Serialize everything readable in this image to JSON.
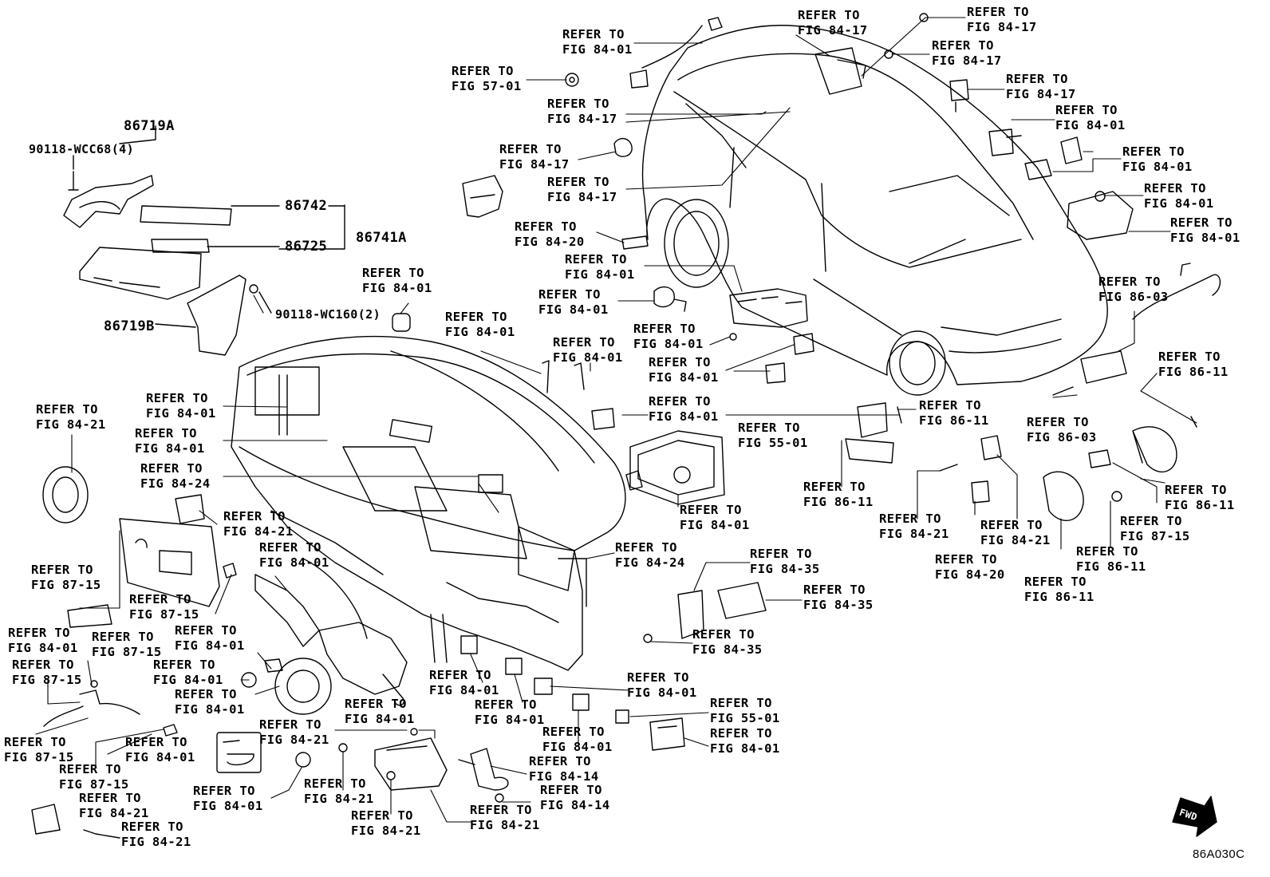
{
  "labels": {
    "ref": "REFER TO",
    "f84_17": "FIG 84-17",
    "f84_01": "FIG 84-01",
    "f57_01": "FIG 57-01",
    "f84_20": "FIG 84-20",
    "f86_03": "FIG 86-03",
    "f86_11": "FIG 86-11",
    "f84_21": "FIG 84-21",
    "f84_24": "FIG 84-24",
    "f55_01": "FIG 55-01",
    "f87_15": "FIG 87-15",
    "f84_35": "FIG 84-35",
    "f84_14": "FIG 84-14"
  },
  "parts": {
    "p86719A": "86719A",
    "p90118_wcc68": "90118-WCC68(4)",
    "p86742": "86742",
    "p86725": "86725",
    "p86741A": "86741A",
    "p90118_wc160": "90118-WC160(2)",
    "p86719B": "86719B"
  },
  "fwd_label": "FWD",
  "diagram_code": "86A030C"
}
